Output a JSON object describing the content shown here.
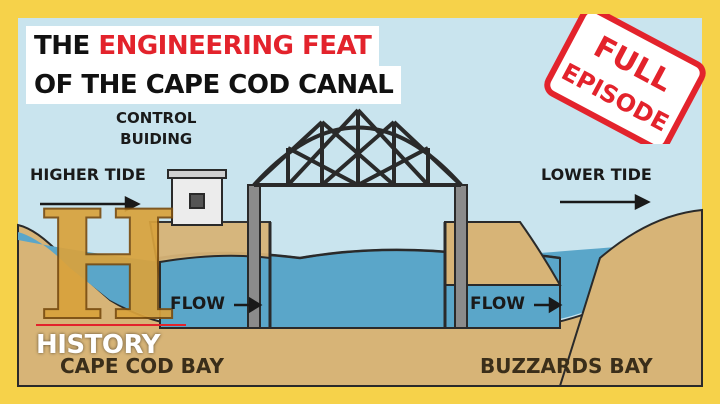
{
  "title": {
    "line1_prefix": "THE ",
    "line1_highlight": "ENGINEERING FEAT",
    "line2": "OF THE CAPE COD CANAL"
  },
  "labels": {
    "control_building_line1": "CONTROL",
    "control_building_line2": "BUIDING",
    "higher_tide": "HIGHER TIDE",
    "lower_tide": "LOWER TIDE",
    "flow_left": "FLOW",
    "flow_right": "FLOW",
    "bay_left": "CAPE COD BAY",
    "bay_right": "BUZZARDS BAY"
  },
  "stamp": {
    "line1": "FULL",
    "line2": "EPISODE"
  },
  "logo": {
    "letter": "H",
    "word": "HISTORY"
  },
  "colors": {
    "border": "#f6d24a",
    "sky": "#c9e4ee",
    "water": "#5aa6c9",
    "land": "#d7b477",
    "stamp_red": "#e3232c",
    "highlight_red": "#e3232c",
    "logo_gold": "#d9a23c"
  },
  "arrow_glyph": "→"
}
